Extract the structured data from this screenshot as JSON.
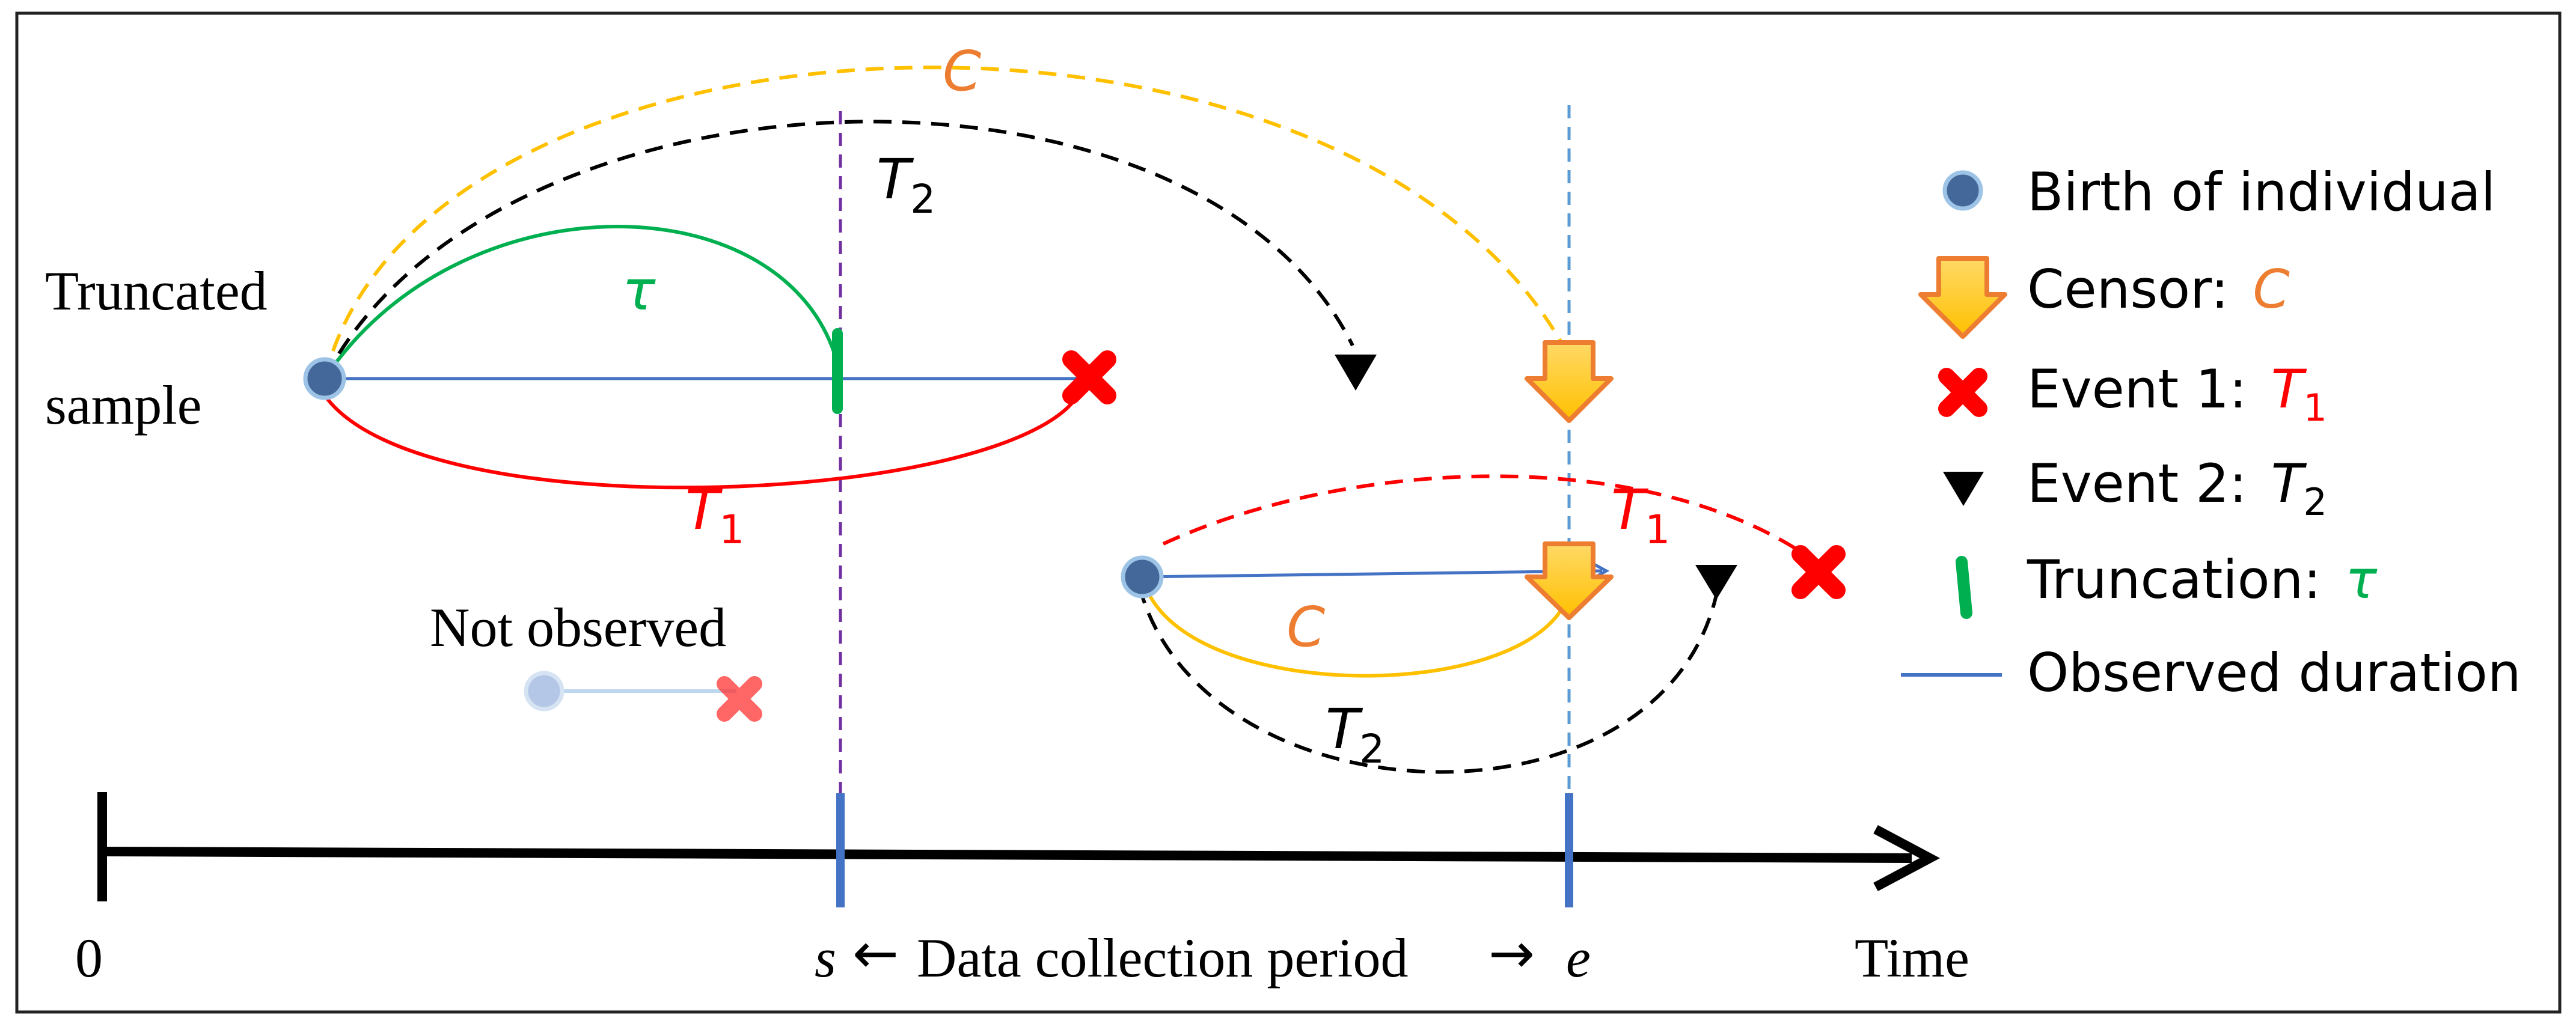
{
  "labels": {
    "truncated_line1": "Truncated",
    "truncated_line2": "sample",
    "not_observed": "Not observed",
    "c_top": "C",
    "t2_top": "T",
    "t2_top_sub": "2",
    "tau": "τ",
    "t1_bottom": "T",
    "t1_bottom_sub": "1",
    "t1_second": "T",
    "t1_second_sub": "1",
    "c_second": "C",
    "t2_second": "T",
    "t2_second_sub": "2"
  },
  "axis": {
    "origin_label": "0",
    "start_label": "s",
    "end_label": "e",
    "time_label": "Time",
    "period_label": "Data collection period",
    "left_arrow": "←",
    "right_arrow": "→"
  },
  "legend": {
    "birth": "Birth of individual",
    "censor": "Censor:",
    "censor_sym": "C",
    "event1": "Event 1:",
    "event1_sym": "T",
    "event1_sub": "1",
    "event2": "Event 2:",
    "event2_sym": "T",
    "event2_sub": "2",
    "truncation": "Truncation:",
    "truncation_sym": "τ",
    "observed": "Observed duration"
  },
  "colors": {
    "censor": "#ED7D31",
    "censor_curve": "#FFC000",
    "event1": "#FF0000",
    "event2": "#000000",
    "truncation": "#00B050",
    "observed": "#4472C4",
    "birth_fill": "#44689A",
    "period_line": "#7030A0",
    "period_end_line": "#5B9BD5"
  }
}
